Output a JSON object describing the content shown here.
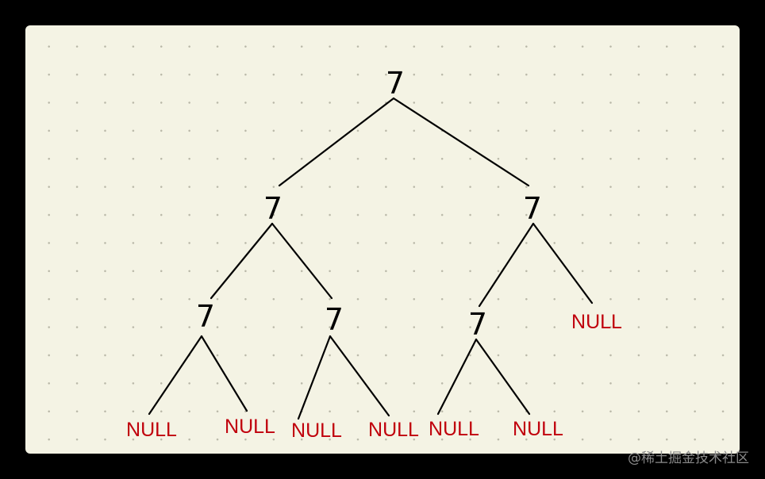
{
  "tree": {
    "root": "7",
    "left": "7",
    "right": "7",
    "left_left": "7",
    "left_right": "7",
    "right_left": "7",
    "null_label": "NULL"
  },
  "watermark": "@稀土掘金技术社区",
  "colors": {
    "background": "#f4f3e4",
    "frame": "#000000",
    "edge": "#000000",
    "node_text": "#000000",
    "null_text": "#c0000c"
  }
}
